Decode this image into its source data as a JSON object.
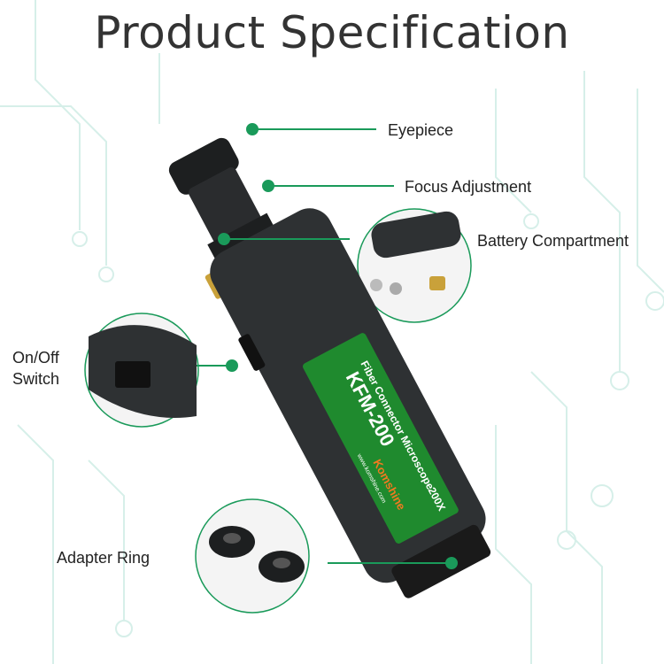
{
  "title": "Product Specification",
  "callouts": {
    "eyepiece": "Eyepiece",
    "focus": "Focus Adjustment",
    "battery": "Battery Compartment",
    "switch_line1": "On/Off",
    "switch_line2": "Switch",
    "adapter": "Adapter Ring"
  },
  "product_label": {
    "line1": "Fiber Connector Microscope",
    "magnification": "200X",
    "model": "KFM-200",
    "brand": "Komshine",
    "website": "www.komshine.com"
  },
  "colors": {
    "accent": "#1a9a5a",
    "label_green": "#1f8a2e",
    "body": "#2e3133",
    "brass": "#c9a13a"
  }
}
